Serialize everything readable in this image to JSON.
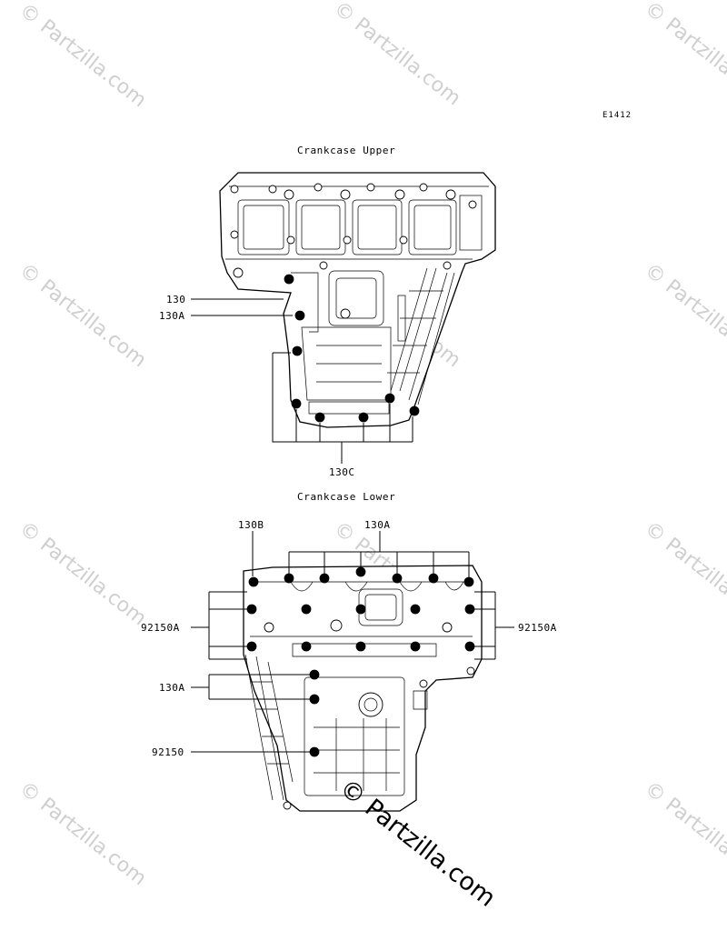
{
  "diagram_code": "E1412",
  "watermark": {
    "text": "© Partzilla.com"
  },
  "upper": {
    "title": "Crankcase Upper",
    "labels": {
      "l130": "130",
      "l130a": "130A",
      "l130c": "130C"
    }
  },
  "lower": {
    "title": "Crankcase Lower",
    "labels": {
      "l130b": "130B",
      "l130a_top": "130A",
      "l92150a_left": "92150A",
      "l92150a_right": "92150A",
      "l130a_left": "130A",
      "l92150": "92150"
    }
  }
}
